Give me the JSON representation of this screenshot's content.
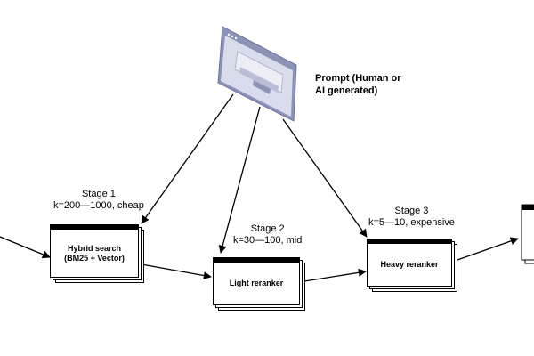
{
  "prompt": {
    "label_line1": "Prompt (Human or",
    "label_line2": "AI generated)",
    "icon": "browser-window-icon"
  },
  "stages": [
    {
      "title": "Stage 1",
      "detail": "k=200—1000, cheap",
      "card_line1": "Hybrid search",
      "card_line2": "(BM25 + Vector)"
    },
    {
      "title": "Stage 2",
      "detail": "k=30—100, mid",
      "card_line1": "Light reranker",
      "card_line2": ""
    },
    {
      "title": "Stage 3",
      "detail": "k=5—10, expensive",
      "card_line1": "Heavy reranker",
      "card_line2": ""
    }
  ],
  "colors": {
    "window_frame": "#8b93b8",
    "window_bg": "#d9dcea",
    "window_panel": "#eceef6"
  }
}
